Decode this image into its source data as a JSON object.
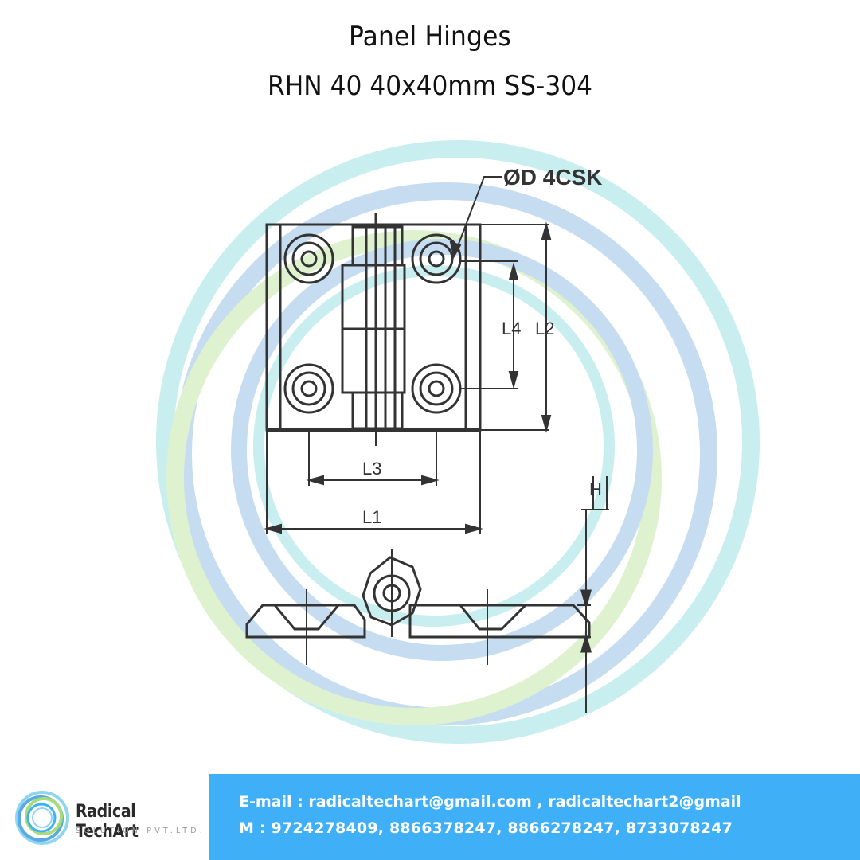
{
  "header": {
    "title": "Panel Hinges",
    "subtitle": "RHN 40 40x40mm SS-304"
  },
  "drawing": {
    "callout": "ØD 4CSK",
    "dimensions": {
      "l1": "L1",
      "l2": "L2",
      "l3": "L3",
      "l4": "L4",
      "h": "H"
    }
  },
  "footer": {
    "brand_name": "Radical TechArt",
    "brand_sub": "SOLUTION PVT.LTD.",
    "email_line": "E-mail : radicaltechart@gmail.com , radicaltechart2@gmail",
    "phone_line": "M : 9724278409, 8866378247, 8866278247, 8733078247"
  },
  "colors": {
    "footer_blue": "#3fb0f7",
    "ring_cyan": "#c8eef0",
    "ring_blue": "#c6dcf0",
    "ring_green": "#def2cf"
  }
}
